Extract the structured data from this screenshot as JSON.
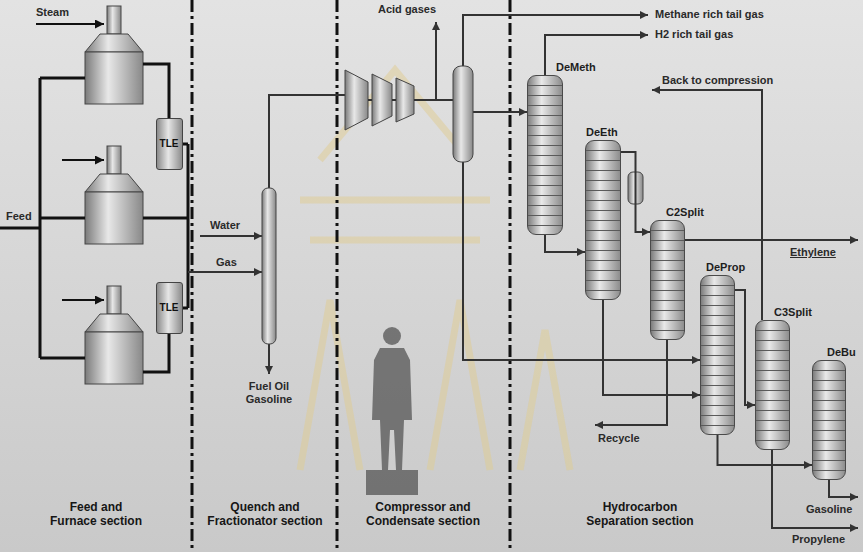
{
  "diagram": {
    "nodes": [
      {
        "text": [
          "TLE"
        ]
      },
      {
        "text": [
          "TLE"
        ]
      },
      {
        "text": [
          "DeMeth"
        ]
      },
      {
        "text": [
          "DeEth"
        ]
      },
      {
        "text": [
          "C2Split"
        ]
      },
      {
        "text": [
          "DeProp"
        ]
      },
      {
        "text": [
          "C3Split"
        ]
      },
      {
        "text": [
          "DeBu"
        ]
      }
    ],
    "edges": [
      {
        "from": 2,
        "to": 3,
        "arrow": "to"
      },
      {
        "from": 3,
        "to": 4,
        "arrow": "to"
      },
      {
        "from": 3,
        "to": 5,
        "arrow": "to"
      },
      {
        "from": 5,
        "to": 6,
        "arrow": "to"
      },
      {
        "from": 5,
        "to": 7,
        "arrow": "to"
      }
    ],
    "labels": [
      "Steam",
      "Feed",
      "Water",
      "Gas",
      "Fuel Oil Gasoline",
      "Acid gases",
      "Methane rich tail gas",
      "H2 rich tail gas",
      "Back to compression",
      "Ethylene",
      "Recycle",
      "Gasoline",
      "Propylene",
      "Feed and Furnace section",
      "Quench and Fractionator section",
      "Compressor and Condensate section",
      "Hydrocarbon Separation section"
    ]
  }
}
